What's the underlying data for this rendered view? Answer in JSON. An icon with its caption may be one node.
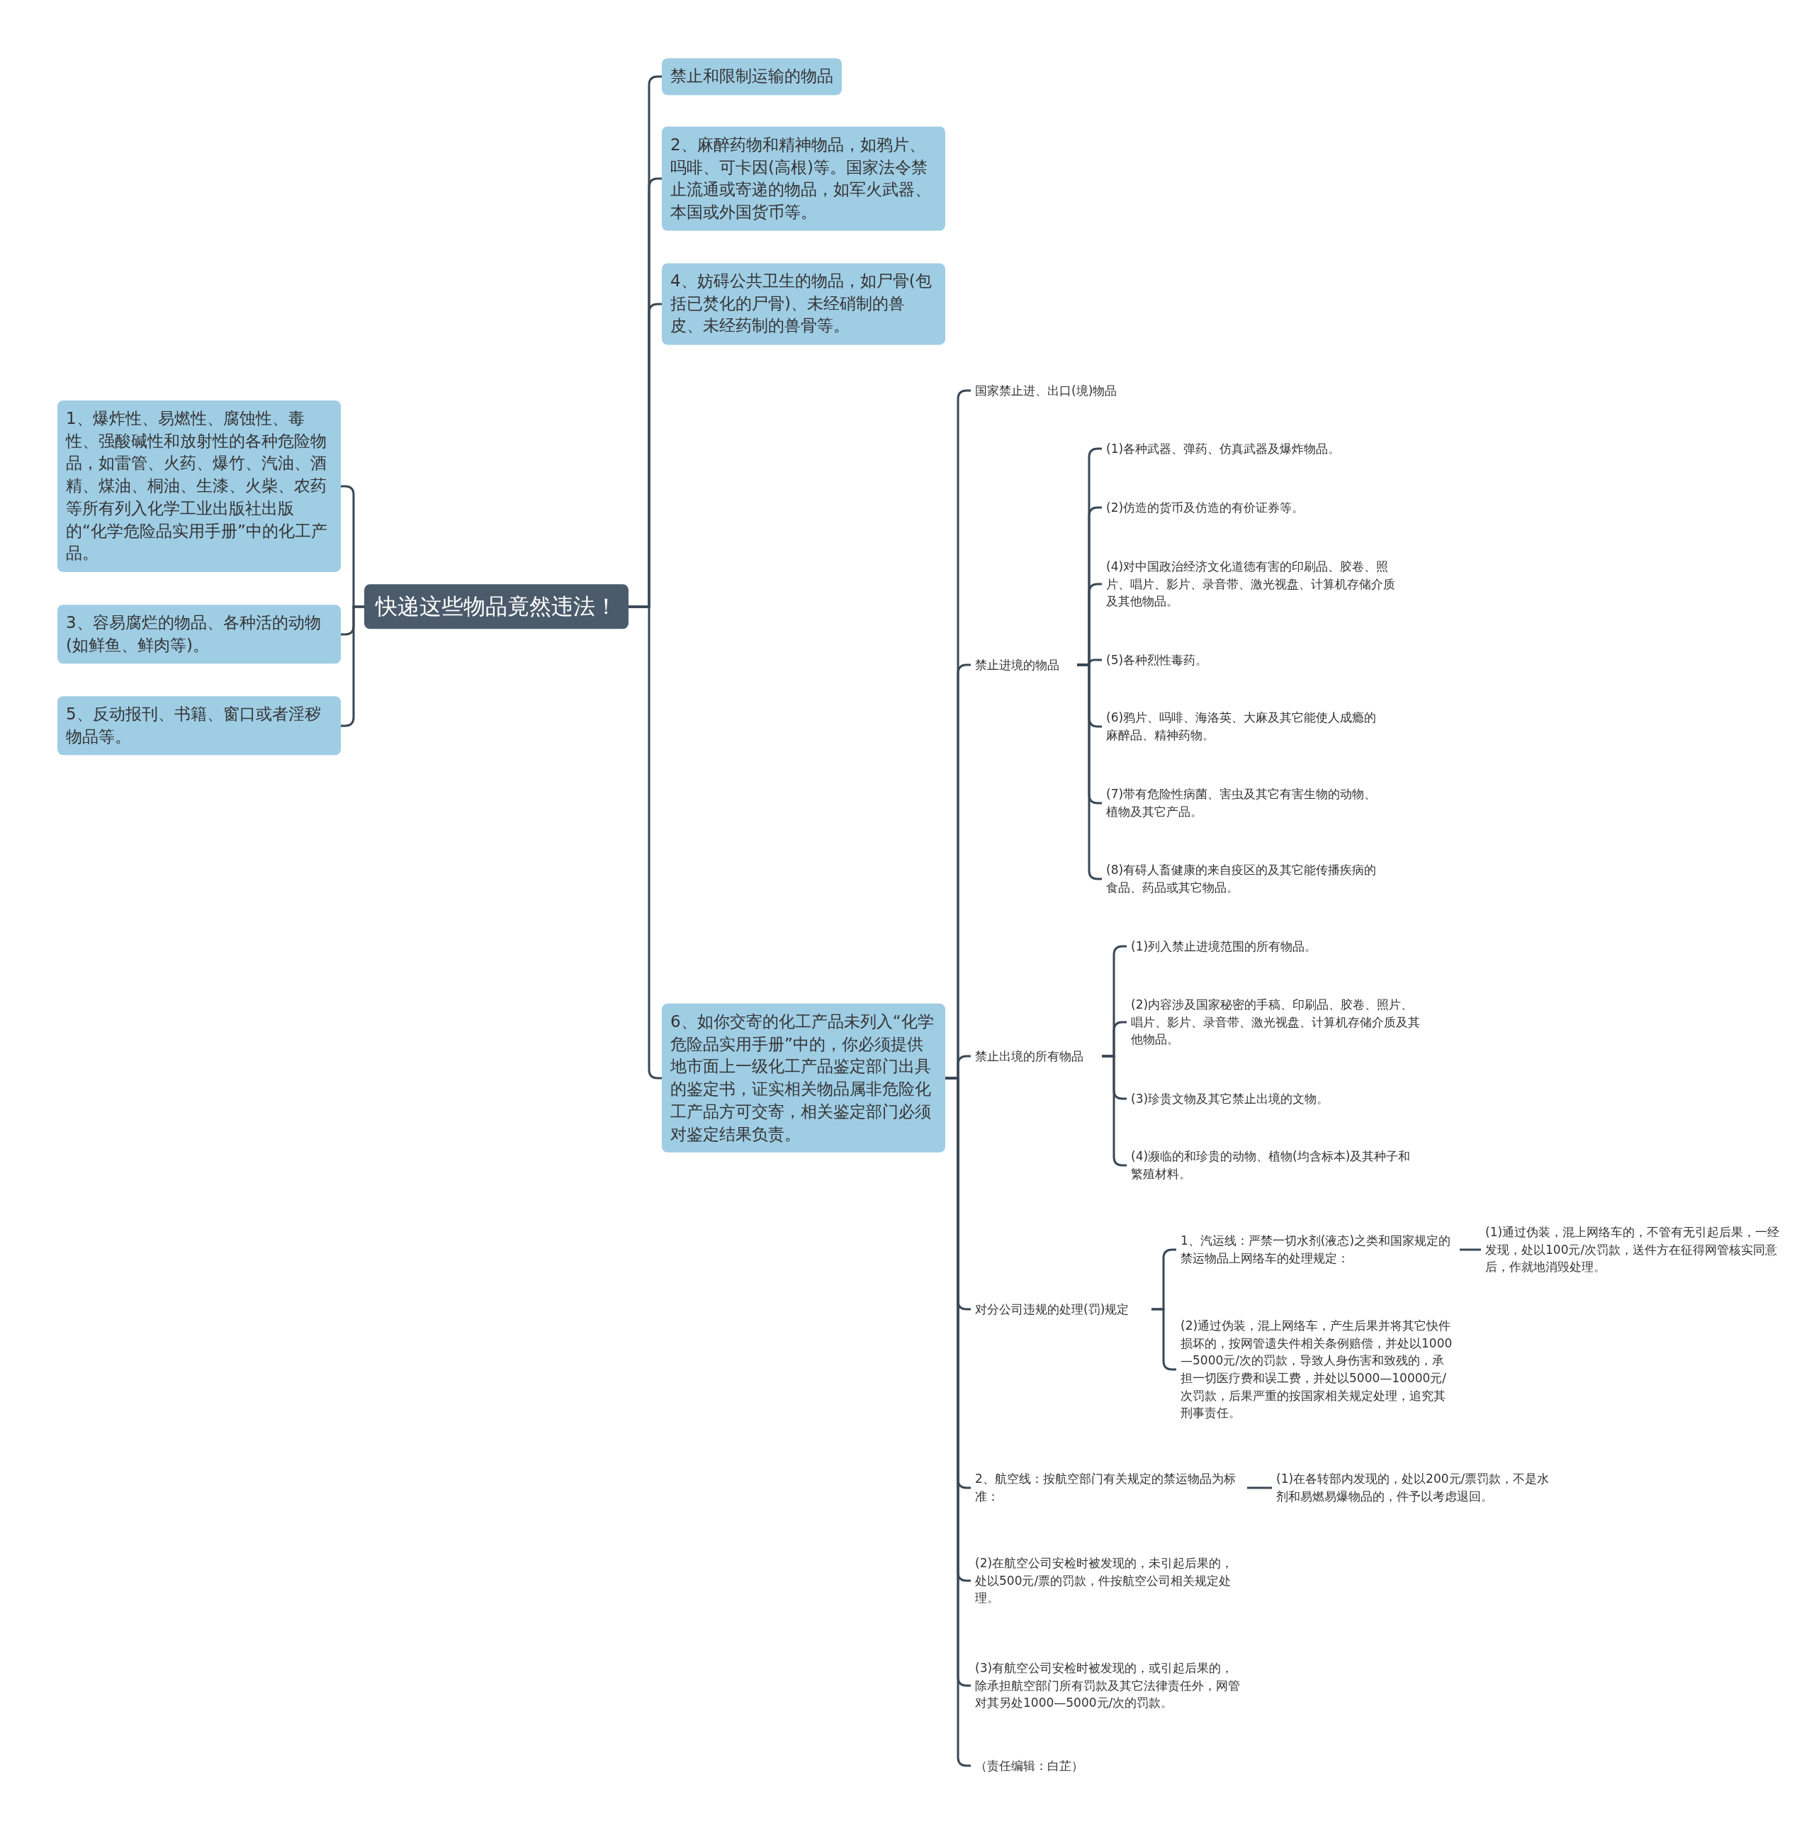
{
  "diagram": {
    "nodes": [
      {
        "text": [
          "快递这些物品竟然违法！"
        ]
      },
      {
        "text": [
          "1、爆炸性、易燃性、腐蚀性、毒性、强酸碱性和放射性的各种危险物品，如雷管、火药、爆竹、汽油、酒精、煤油、桐油、生漆、火柴、农药等所有列入化学工业出版社出版的“化学危险品实用手册”中的化工产品。"
        ]
      },
      {
        "text": [
          "3、容易腐烂的物品、各种活的动物(如鲜鱼、鲜肉等)。"
        ]
      },
      {
        "text": [
          "5、反动报刊、书籍、窗口或者淫秽物品等。"
        ]
      },
      {
        "text": [
          "禁止和限制运输的物品"
        ]
      },
      {
        "text": [
          "2、麻醉药物和精神物品，如鸦片、吗啡、可卡因(高根)等。国家法令禁止流通或寄递的物品，如军火武器、本国或外国货币等。"
        ]
      },
      {
        "text": [
          "4、妨碍公共卫生的物品，如尸骨(包括已焚化的尸骨)、未经硝制的兽皮、未经药制的兽骨等。"
        ]
      },
      {
        "text": [
          "6、如你交寄的化工产品未列入“化学危险品实用手册”中的，你必须提供地市面上一级化工产品鉴定部门出具的鉴定书，证实相关物品属非危险化工产品方可交寄，相关鉴定部门必须对鉴定结果负责。"
        ]
      },
      {
        "text": [
          "国家禁止进、出口(境)物品"
        ]
      },
      {
        "text": [
          "禁止进境的物品"
        ]
      },
      {
        "text": [
          "(1)各种武器、弹药、仿真武器及爆炸物品。"
        ]
      },
      {
        "text": [
          "(2)仿造的货币及仿造的有价证券等。"
        ]
      },
      {
        "text": [
          "(4)对中国政治经济文化道德有害的印刷品、胶卷、照片、唱片、影片、录音带、激光视盘、计算机存储介质及其他物品。"
        ]
      },
      {
        "text": [
          "(5)各种烈性毒药。"
        ]
      },
      {
        "text": [
          "(6)鸦片、吗啡、海洛英、大麻及其它能使人成瘾的麻醉品、精神药物。"
        ]
      },
      {
        "text": [
          "(7)带有危险性病菌、害虫及其它有害生物的动物、植物及其它产品。"
        ]
      },
      {
        "text": [
          "(8)有碍人畜健康的来自疫区的及其它能传播疾病的食品、药品或其它物品。"
        ]
      },
      {
        "text": [
          "禁止出境的所有物品"
        ]
      },
      {
        "text": [
          "(1)列入禁止进境范围的所有物品。"
        ]
      },
      {
        "text": [
          "(2)内容涉及国家秘密的手稿、印刷品、胶卷、照片、唱片、影片、录音带、激光视盘、计算机存储介质及其他物品。"
        ]
      },
      {
        "text": [
          "(3)珍贵文物及其它禁止出境的文物。"
        ]
      },
      {
        "text": [
          "(4)濒临的和珍贵的动物、植物(均含标本)及其种子和繁殖材料。"
        ]
      },
      {
        "text": [
          "对分公司违规的处理(罚)规定"
        ]
      },
      {
        "text": [
          "1、汽运线：严禁一切水剂(液态)之类和国家规定的禁运物品上网络车的处理规定："
        ]
      },
      {
        "text": [
          "(1)通过伪装，混上网络车的，不管有无引起后果，一经发现，处以100元/次罚款，送件方在征得网管核实同意后，作就地消毁处理。"
        ]
      },
      {
        "text": [
          "(2)通过伪装，混上网络车，产生后果并将其它快件损坏的，按网管遗失件相关条例赔偿，并处以1000—5000元/次的罚款，导致人身伤害和致残的，承担一切医疗费和误工费，并处以5000—10000元/次罚款，后果严重的按国家相关规定处理，追究其刑事责任。"
        ]
      },
      {
        "text": [
          "2、航空线：按航空部门有关规定的禁运物品为标准："
        ]
      },
      {
        "text": [
          "(1)在各转部内发现的，处以200元/票罚款，不是水剂和易燃易爆物品的，件予以考虑退回。"
        ]
      },
      {
        "text": [
          "(2)在航空公司安检时被发现的，未引起后果的，处以500元/票的罚款，件按航空公司相关规定处理。"
        ]
      },
      {
        "text": [
          "(3)有航空公司安检时被发现的，或引起后果的，除承担航空部门所有罚款及其它法律责任外，网管对其另处1000—5000元/次的罚款。"
        ]
      },
      {
        "text": [
          "（责任编辑：白芷）"
        ]
      }
    ],
    "edges": [
      {
        "from": 0,
        "to": 1,
        "arrow": "none"
      },
      {
        "from": 0,
        "to": 2,
        "arrow": "none"
      },
      {
        "from": 0,
        "to": 3,
        "arrow": "none"
      },
      {
        "from": 0,
        "to": 4,
        "arrow": "none"
      },
      {
        "from": 0,
        "to": 5,
        "arrow": "none"
      },
      {
        "from": 0,
        "to": 6,
        "arrow": "none"
      },
      {
        "from": 0,
        "to": 7,
        "arrow": "none"
      },
      {
        "from": 7,
        "to": 8,
        "arrow": "none"
      },
      {
        "from": 7,
        "to": 9,
        "arrow": "none"
      },
      {
        "from": 9,
        "to": 10,
        "arrow": "none"
      },
      {
        "from": 9,
        "to": 11,
        "arrow": "none"
      },
      {
        "from": 9,
        "to": 12,
        "arrow": "none"
      },
      {
        "from": 9,
        "to": 13,
        "arrow": "none"
      },
      {
        "from": 9,
        "to": 14,
        "arrow": "none"
      },
      {
        "from": 9,
        "to": 15,
        "arrow": "none"
      },
      {
        "from": 9,
        "to": 16,
        "arrow": "none"
      },
      {
        "from": 7,
        "to": 17,
        "arrow": "none"
      },
      {
        "from": 17,
        "to": 18,
        "arrow": "none"
      },
      {
        "from": 17,
        "to": 19,
        "arrow": "none"
      },
      {
        "from": 17,
        "to": 20,
        "arrow": "none"
      },
      {
        "from": 17,
        "to": 21,
        "arrow": "none"
      },
      {
        "from": 7,
        "to": 22,
        "arrow": "none"
      },
      {
        "from": 22,
        "to": 23,
        "arrow": "none"
      },
      {
        "from": 23,
        "to": 24,
        "arrow": "none"
      },
      {
        "from": 22,
        "to": 25,
        "arrow": "none"
      },
      {
        "from": 7,
        "to": 26,
        "arrow": "none"
      },
      {
        "from": 26,
        "to": 27,
        "arrow": "none"
      },
      {
        "from": 7,
        "to": 28,
        "arrow": "none"
      },
      {
        "from": 7,
        "to": 29,
        "arrow": "none"
      },
      {
        "from": 7,
        "to": 30,
        "arrow": "none"
      }
    ]
  }
}
